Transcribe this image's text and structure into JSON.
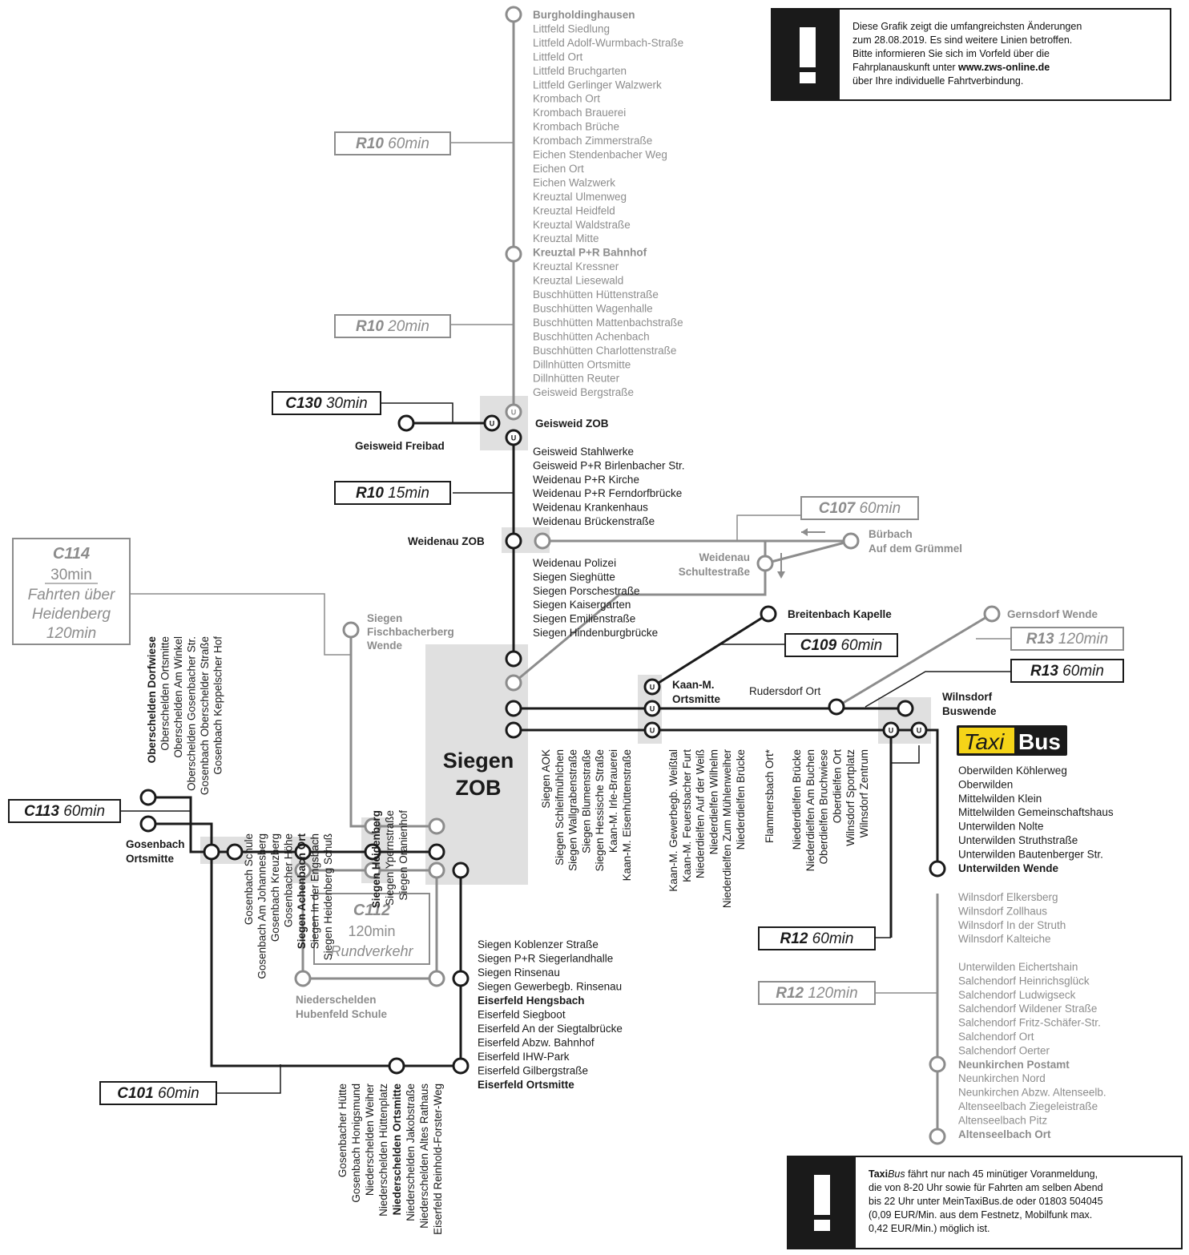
{
  "colors": {
    "active": "#1a1a1a",
    "grey": "#8c8c8c",
    "light": "#e0e0e0",
    "taxi": "#f5d418"
  },
  "notice_top": {
    "lines": [
      "Diese Grafik zeigt die umfangreichsten Änderungen",
      "zum 28.08.2019. Es sind weitere Linien betroffen.",
      "Bitte informieren Sie sich im Vorfeld über die",
      "Fahrplanauskunft unter ",
      "über Ihre individuelle Fahrtverbindung."
    ],
    "url": "www.zws-online.de"
  },
  "notice_bottom": {
    "lines": [
      "Taxi",
      "Bus",
      " fährt nur nach 45 minütiger Voranmeldung,",
      "die von 8-20 Uhr sowie für Fahrten am selben Abend",
      "bis 22 Uhr unter MeinTaxiBus.de oder 01803 504045",
      "(0,09 EUR/Min. aus dem Festnetz, Mobilfunk max.",
      "0,42 EUR/Min.) möglich ist."
    ]
  },
  "taxibus_logo": {
    "part1": "Taxi",
    "part2": "Bus"
  },
  "line_labels": {
    "r10_60": {
      "name": "R10",
      "interval": "60min"
    },
    "r10_20": {
      "name": "R10",
      "interval": "20min"
    },
    "r10_15": {
      "name": "R10",
      "interval": "15min"
    },
    "c130": {
      "name": "C130",
      "interval": "30min"
    },
    "c107": {
      "name": "C107",
      "interval": "60min"
    },
    "c109": {
      "name": "C109",
      "interval": "60min"
    },
    "r13_120": {
      "name": "R13",
      "interval": "120min"
    },
    "r13_60": {
      "name": "R13",
      "interval": "60min"
    },
    "c113": {
      "name": "C113",
      "interval": "60min"
    },
    "c101": {
      "name": "C101",
      "interval": "60min"
    },
    "r12_60": {
      "name": "R12",
      "interval": "60min"
    },
    "r12_120": {
      "name": "R12",
      "interval": "120min"
    },
    "c114": {
      "name": "C114",
      "l1": "30min",
      "l2": "Fahrten über",
      "l3": "Heidenberg",
      "l4": "120min"
    },
    "c112": {
      "name": "C112",
      "l1": "120min",
      "l2": "Rundverkehr"
    }
  },
  "stop_lists": {
    "r10_north": [
      "Burgholdinghausen",
      "Littfeld Siedlung",
      "Littfeld Adolf-Wurmbach-Straße",
      "Littfeld Ort",
      "Littfeld Bruchgarten",
      "Littfeld Gerlinger Walzwerk",
      "Krombach Ort",
      "Krombach Brauerei",
      "Krombach Brüche",
      "Krombach Zimmerstraße",
      "Eichen Stendenbacher Weg",
      "Eichen Ort",
      "Eichen Walzwerk",
      "Kreuztal Ulmenweg",
      "Kreuztal Heidfeld",
      "Kreuztal Waldstraße",
      "Kreuztal Mitte",
      "Kreuztal P+R Bahnhof",
      "Kreuztal Kressner",
      "Kreuztal Liesewald",
      "Buschhütten Hüttenstraße",
      "Buschhütten Wagenhalle",
      "Buschhütten Mattenbachstraße",
      "Buschhütten Achenbach",
      "Buschhütten Charlottenstraße",
      "Dillnhütten Ortsmitte",
      "Dillnhütten Reuter",
      "Geisweid Bergstraße"
    ],
    "r10_mid": [
      "Geisweid Stahlwerke",
      "Geisweid P+R Birlenbacher Str.",
      "Weidenau P+R Kirche",
      "Weidenau P+R Ferndorfbrücke",
      "Weidenau Krankenhaus",
      "Weidenau Brückenstraße"
    ],
    "r10_south": [
      "Weidenau Polizei",
      "Siegen Sieghütte",
      "Siegen Porschestraße",
      "Siegen Kaisergarten",
      "Siegen Emilienstraße",
      "Siegen Hindenburgbrücke"
    ],
    "eiserfeld": [
      "Siegen Koblenzer Straße",
      "Siegen P+R Siegerlandhalle",
      "Siegen Rinsenau",
      "Siegen Gewerbegb. Rinsenau",
      "Eiserfeld Hengsbach",
      "Eiserfeld Siegboot",
      "Eiserfeld An der Siegtalbrücke",
      "Eiserfeld Abzw. Bahnhof",
      "Eiserfeld IHW-Park",
      "Eiserfeld Gilbergstraße",
      "Eiserfeld Ortsmitte"
    ],
    "taxibus": [
      "Oberwilden Köhlerweg",
      "Oberwilden",
      "Mittelwilden Klein",
      "Mittelwilden Gemeinschaftshaus",
      "Unterwilden Nolte",
      "Unterwilden Struthstraße",
      "Unterwilden Bautenberger Str.",
      "Unterwilden Wende"
    ],
    "wilnsdorf_grey": [
      "Wilnsdorf Elkersberg",
      "Wilnsdorf Zollhaus",
      "Wilnsdorf In der Struth",
      "Wilnsdorf Kalteiche"
    ],
    "r12_south": [
      "Unterwilden Eichertshain",
      "Salchendorf Heinrichsglück",
      "Salchendorf Ludwigseck",
      "Salchendorf Wildener Straße",
      "Salchendorf Fritz-Schäfer-Str.",
      "Salchendorf Ort",
      "Salchendorf Oerter",
      "Neunkirchen Postamt",
      "Neunkirchen Nord",
      "Neunkirchen Abzw. Altenseelb.",
      "Altenseelbach Ziegeleistraße",
      "Altenseelbach Pitz",
      "Altenseelbach Ort"
    ],
    "oberscheld": [
      "Oberschelden Dorfwiese",
      "Oberschelden Ortsmitte",
      "Oberschelden Am Winkel",
      "Oberschelden Gosenbacher Str.",
      "Gosenbach Oberschelder Straße",
      "Gosenbach Keppelscher Hof"
    ],
    "gosenbach": [
      "Gosenbach Schule",
      "Gosenbach Am Johannesberg",
      "Gosenbach Kreuzberg",
      "Gosenbacher Höhe",
      "Siegen Achenbach Ort",
      "Siegen In der Engsbach",
      "Siegen Heidenberg Schuß"
    ],
    "heidenberg": [
      "Siegen Heidenberg",
      "Siegen Ypernstraße",
      "Siegen Oranienhof"
    ],
    "siegen_east": [
      "Siegen AOK",
      "Siegen Schleifmühlchen",
      "Siegen Wallgrabenstraße",
      "Siegen Blumenstraße",
      "Siegen Hessische Straße",
      "Kaan-M. Irle-Brauerei",
      "Kaan-M. Eisenhüttenstraße"
    ],
    "kaan_east": [
      "Kaan-M. Gewerbegb. Weißtal",
      "Kaan-M. Feuersbacher Furt",
      "Niederdielfen Auf der Weiß",
      "Niederdielfen Wilhelm",
      "Niederdielfen Zum Mühlenweiher",
      "Niederdielfen Brücke"
    ],
    "flammersbach": [
      "Flammersbach Ort*"
    ],
    "dielfen": [
      "Niederdielfen Brücke",
      "Niederdielfen Am Buchen",
      "Oberdielfen Bruchwiese",
      "Oberdielfen Ort",
      "Wilnsdorf Sportplatz",
      "Wilnsdorf Zentrum"
    ],
    "c101": [
      "Gosenbacher Hütte",
      "Gosenbach Honigsmund",
      "Niederschelden Weiher",
      "Niederschelden Hüttenplatz",
      "Niederschelden Ortsmitte",
      "Niederschelden Jakobstraße",
      "Niederschelden Altes Rathaus",
      "Eiserfeld Reinhold-Forster-Weg"
    ]
  },
  "places": {
    "geisweid_zob": "Geisweid ZOB",
    "geisweid_freibad": "Geisweid Freibad",
    "weidenau_zob": "Weidenau ZOB",
    "weidenau_schult": [
      "Weidenau",
      "Schultestraße"
    ],
    "buerbach": [
      "Bürbach",
      "Auf dem Grümmel"
    ],
    "breitenbach": "Breitenbach Kapelle",
    "gernsdorf": "Gernsdorf Wende",
    "kaan_ortsmitte": [
      "Kaan-M.",
      "Ortsmitte"
    ],
    "rudersdorf": "Rudersdorf Ort",
    "wilnsdorf_buswende": [
      "Wilnsdorf",
      "Buswende"
    ],
    "fischbacherberg": [
      "Siegen",
      "Fischbacherberg",
      "Wende"
    ],
    "siegen_zob": [
      "Siegen",
      "ZOB"
    ],
    "gosenbach_om": [
      "Gosenbach",
      "Ortsmitte"
    ],
    "hubenfeld": [
      "Niederschelden",
      "Hubenfeld Schule"
    ]
  }
}
